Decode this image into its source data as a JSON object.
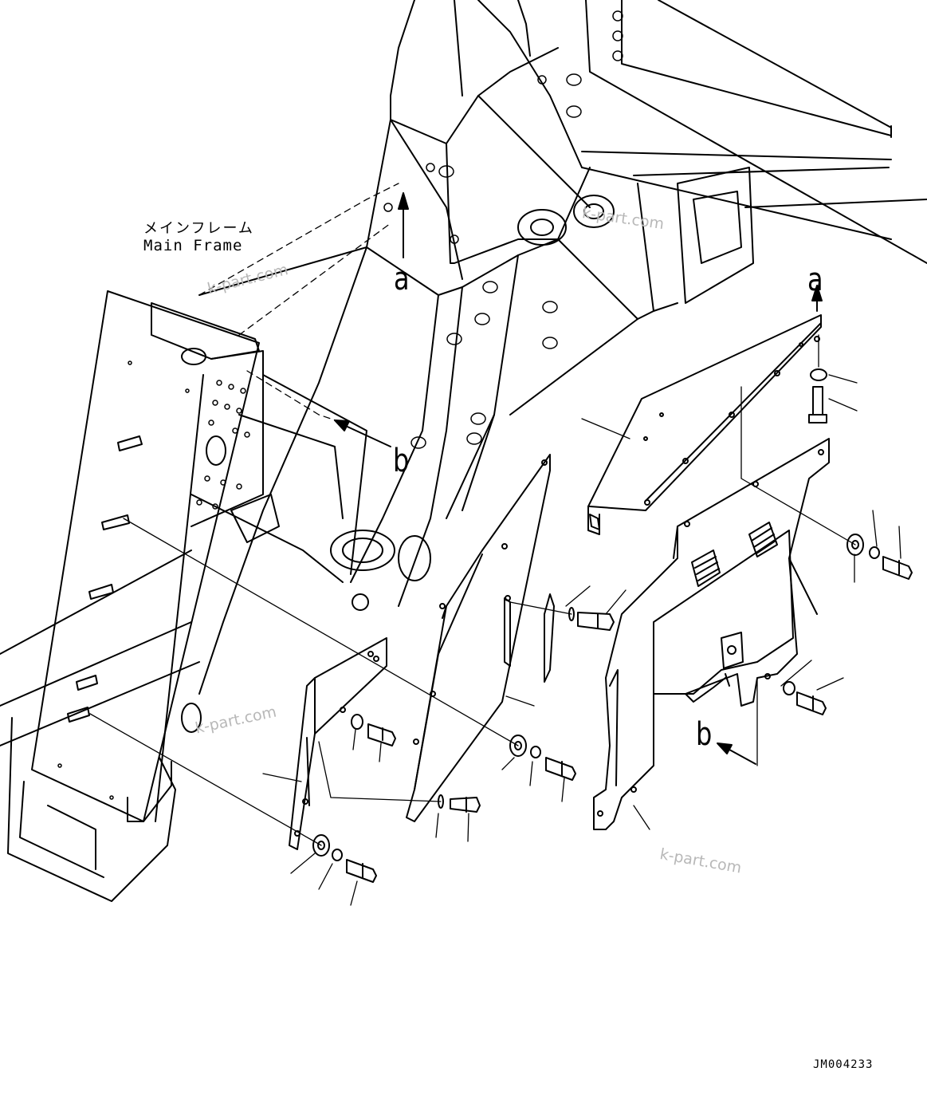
{
  "title_jp": "メインフレーム",
  "title_en": "Main Frame",
  "callouts": [
    "a",
    "b",
    "a",
    "b"
  ],
  "figure_code": "JM004233",
  "watermarks": [
    "k-part.com",
    "k-part.com",
    "k-part.com",
    "k-part.com"
  ],
  "colors": {
    "line": "#000000",
    "watermark": "#b8b8b8",
    "background": "#ffffff"
  }
}
